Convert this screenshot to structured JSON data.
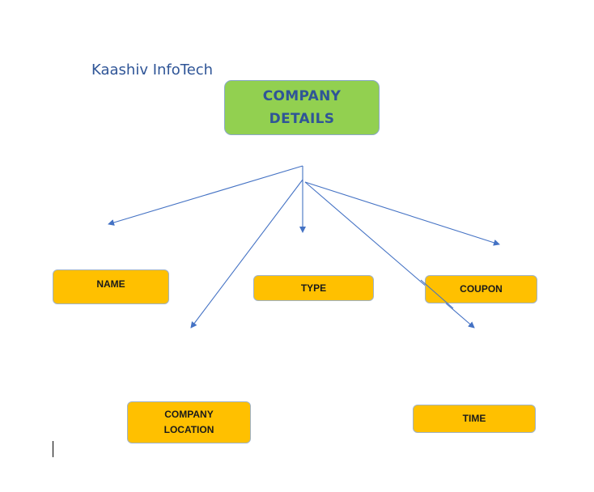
{
  "brand": "Kaashiv InfoTech",
  "root": {
    "line1": "COMPANY",
    "line2": "DETAILS"
  },
  "nodes": {
    "name": "NAME",
    "type": "TYPE",
    "coupon": "COUPON",
    "location_line1": "COMPANY",
    "location_line2": "LOCATION",
    "time": "TIME"
  },
  "colors": {
    "root_fill": "#92d050",
    "root_text": "#2f5597",
    "node_fill": "#ffc000",
    "arrow": "#4472c4"
  }
}
